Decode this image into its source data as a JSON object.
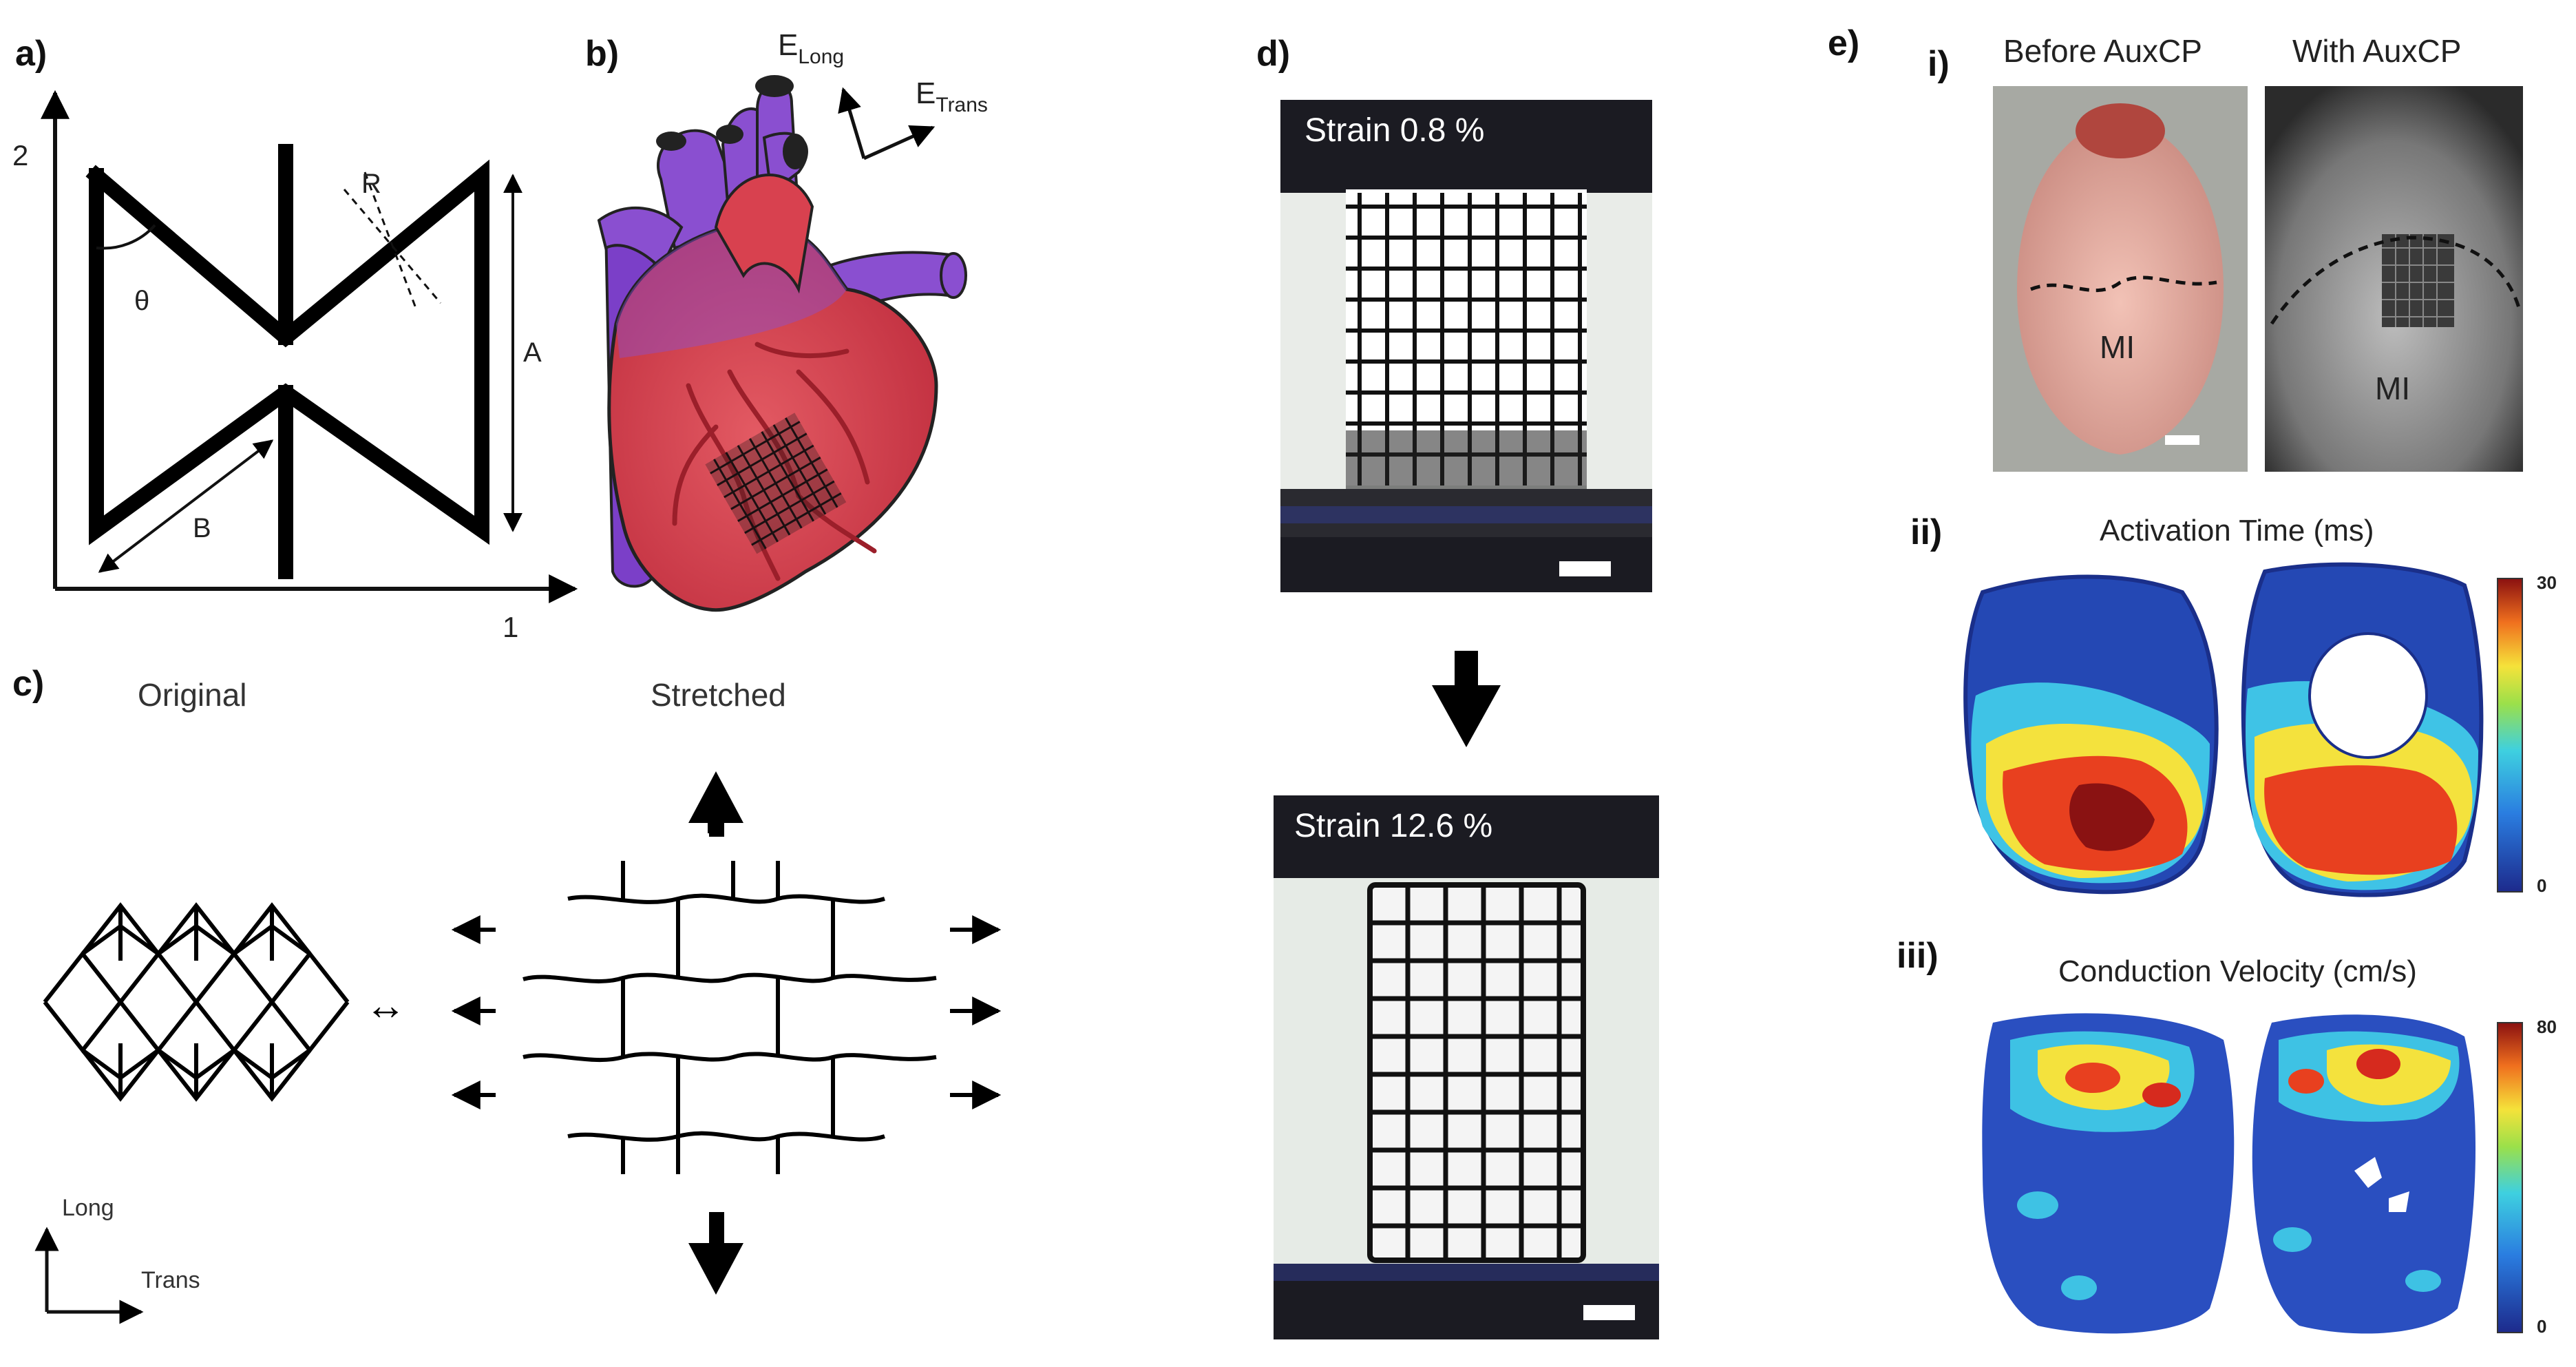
{
  "panels": {
    "a": {
      "letter": "a)",
      "axis_2": "2",
      "axis_1": "1",
      "theta": "θ",
      "label_R": "R",
      "label_A": "A",
      "label_B": "B"
    },
    "b": {
      "letter": "b)",
      "e_long_main": "E",
      "e_long_sub": "Long",
      "e_trans_main": "E",
      "e_trans_sub": "Trans"
    },
    "c": {
      "letter": "c)",
      "original": "Original",
      "stretched": "Stretched",
      "axis_long": "Long",
      "axis_trans": "Trans",
      "double_arrow": "↔"
    },
    "d": {
      "letter": "d)",
      "strain_top": "Strain 0.8 %",
      "strain_bottom": "Strain 12.6 %"
    },
    "e": {
      "letter": "e)",
      "sub_i": "i)",
      "before": "Before AuxCP",
      "with": "With AuxCP",
      "mi": "MI",
      "sub_ii": "ii)",
      "activation_title": "Activation Time (ms)",
      "activation_max": "30",
      "activation_min": "0",
      "sub_iii": "iii)",
      "conduction_title": "Conduction Velocity  (cm/s)",
      "conduction_max": "80",
      "conduction_min": "0"
    }
  },
  "colors": {
    "heart_red": "#d8414f",
    "heart_purple": "#8a4fd0",
    "map_blue": "#1f3fae",
    "map_red": "#d62a1e",
    "map_yellow": "#f2e13a",
    "map_cyan": "#3bb9e6"
  }
}
